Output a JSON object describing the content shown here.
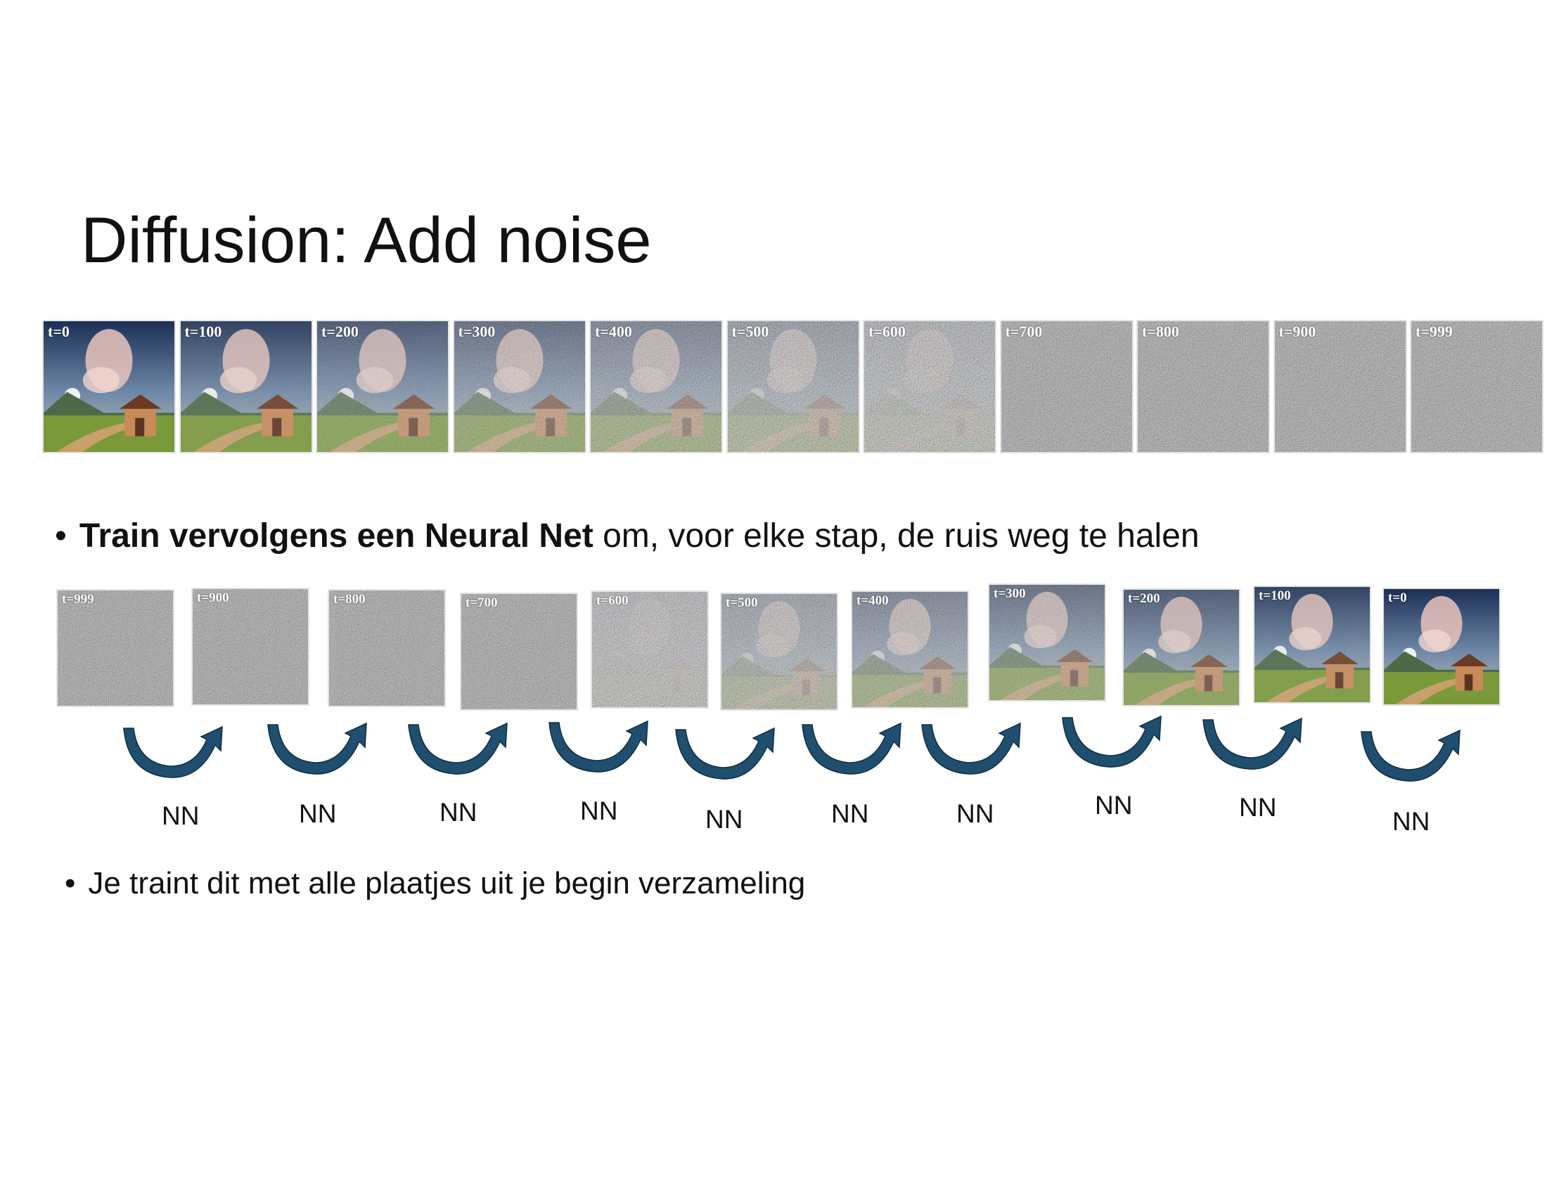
{
  "slide": {
    "title": "Diffusion: Add noise",
    "top_strip": {
      "labels": [
        "t=0",
        "t=100",
        "t=200",
        "t=300",
        "t=400",
        "t=500",
        "t=600",
        "t=700",
        "t=800",
        "t=900",
        "t=999"
      ],
      "noise_levels": [
        0,
        0.15,
        0.35,
        0.5,
        0.65,
        0.8,
        0.92,
        1,
        1,
        1,
        1
      ]
    },
    "bullet1": {
      "bold": "Train vervolgens een Neural Net",
      "rest": " om, voor elke stap, de ruis weg te halen"
    },
    "bottom_strip": {
      "labels": [
        "t=999",
        "t=900",
        "t=800",
        "t=700",
        "t=600",
        "t=500",
        "t=400",
        "t=300",
        "t=200",
        "t=100",
        "t=0"
      ],
      "noise_levels": [
        1,
        1,
        1,
        1,
        0.95,
        0.82,
        0.65,
        0.5,
        0.35,
        0.15,
        0
      ]
    },
    "arrows": {
      "color": "#1f4e6e",
      "labels": [
        "NN",
        "NN",
        "NN",
        "NN",
        "NN",
        "NN",
        "NN",
        "NN",
        "NN",
        "NN"
      ]
    },
    "bullet2": {
      "text": "Je traint dit met alle plaatjes uit je begin verzameling"
    }
  }
}
